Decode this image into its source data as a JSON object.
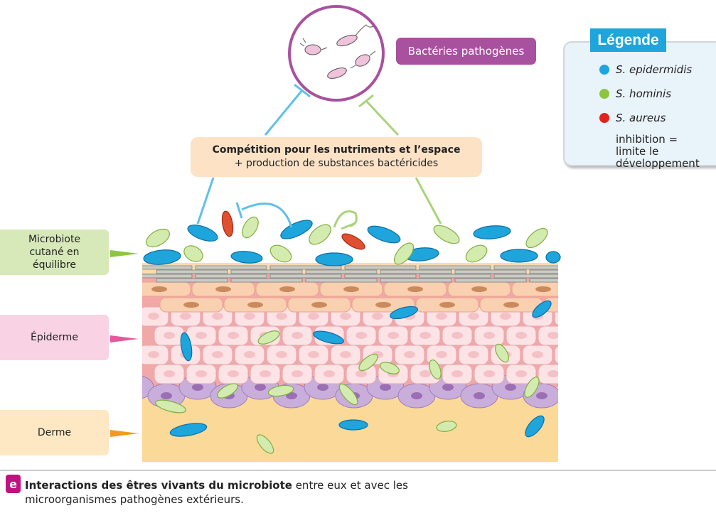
{
  "pathogens": {
    "label": "Bactéries pathogènes"
  },
  "competition": {
    "title": "Compétition pour les nutriments et l’espace",
    "subtitle": "+ production de substances bactéricides"
  },
  "layers": [
    {
      "label": "Microbiote cutané en équilibre",
      "color": "#d8e9b9"
    },
    {
      "label": "Épiderme",
      "color": "#f9d3e4"
    },
    {
      "label": "Derme",
      "color": "#fde8c3"
    }
  ],
  "legend": {
    "title": "Légende",
    "items": [
      {
        "label": "S. epidermidis",
        "color": "#1ea5dc"
      },
      {
        "label": "S. hominis",
        "color": "#8cc63f"
      },
      {
        "label": "S. aureus",
        "color": "#e2231a"
      }
    ],
    "inhibition": "inhibition = limite le développement"
  },
  "caption": {
    "badge": "e",
    "bold": "Interactions des êtres vivants du microbiote",
    "rest": " entre eux et avec les microorganismes pathogènes extérieurs."
  },
  "colors": {
    "blue": "#1ea5dc",
    "green": "#8cc63f",
    "red": "#e2231a",
    "purple": "#a8519e",
    "badge": "#c0117f"
  }
}
